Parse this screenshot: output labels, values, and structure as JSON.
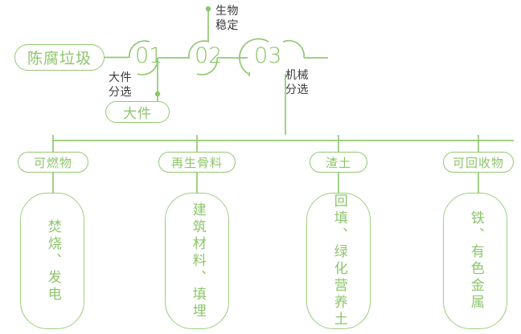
{
  "theme": {
    "line_color": "#92c973",
    "accent_green": "#8cc56b",
    "label_dark": "#3a3a3a",
    "background": "#ffffff"
  },
  "diagram": {
    "type": "process-flow",
    "root": {
      "label": "陈腐垃圾"
    },
    "steps": [
      {
        "number": "01",
        "side_label": "大件\n分选"
      },
      {
        "number": "02",
        "side_label": "生物\n稳定"
      },
      {
        "number": "03",
        "side_label": "机械\n分选"
      }
    ],
    "bulky_output": {
      "label": "大件"
    },
    "categories": [
      {
        "label": "可燃物",
        "outcome": "焚烧、发电"
      },
      {
        "label": "再生骨料",
        "outcome": "建筑材料、填埋"
      },
      {
        "label": "渣土",
        "outcome": "回填、绿化营养土"
      },
      {
        "label": "可回收物",
        "outcome": "铁、有色金属"
      }
    ]
  }
}
